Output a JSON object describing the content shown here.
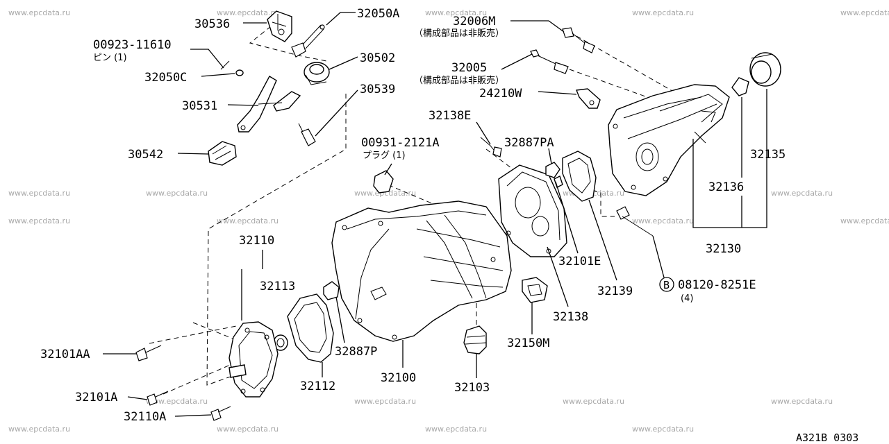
{
  "watermark": "www.epcdata.ru",
  "diagram_code": "A321B 0303",
  "labels": {
    "p30536": "30536",
    "p32050A": "32050A",
    "p00923": "00923-11610",
    "pin_note": "ピン (1)",
    "p32050C": "32050C",
    "p30502": "30502",
    "p30539": "30539",
    "p30531": "30531",
    "p30542": "30542",
    "p32006M": "32006M",
    "note_32006M": "（構成部品は非販売）",
    "p32005": "32005",
    "note_32005": "（構成部品は非販売）",
    "p24210W": "24210W",
    "p32138E": "32138E",
    "p00931": "00931-2121A",
    "plug_note": "プラグ (1)",
    "p32887PA": "32887PA",
    "p32135": "32135",
    "p32136": "32136",
    "p32130": "32130",
    "p32110": "32110",
    "p32113": "32113",
    "p32101E": "32101E",
    "p32139": "32139",
    "p08120_prefix": "B",
    "p08120": "08120-8251E",
    "qty_4": "(4)",
    "p32138": "32138",
    "p32101AA": "32101AA",
    "p32887P": "32887P",
    "p32150M": "32150M",
    "p32112": "32112",
    "p32100": "32100",
    "p32103": "32103",
    "p32101A": "32101A",
    "p32110A": "32110A"
  }
}
